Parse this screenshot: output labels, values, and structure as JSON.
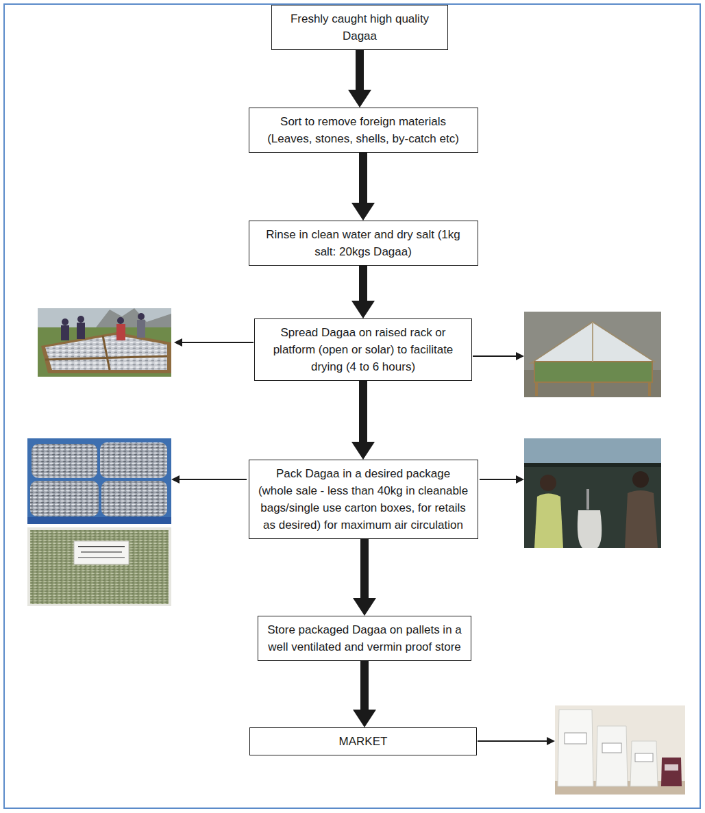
{
  "diagram": {
    "nodes": [
      {
        "text": [
          "Freshly caught high quality Dagaa"
        ]
      },
      {
        "text": [
          "Sort to remove foreign materials (Leaves, stones, shells, by-catch etc)"
        ]
      },
      {
        "text": [
          "Rinse in clean water and dry salt (1kg salt: 20kgs Dagaa)"
        ]
      },
      {
        "text": [
          "Spread Dagaa on raised rack or platform (open or solar) to facilitate drying (4 to 6 hours)"
        ]
      },
      {
        "text": [
          "Pack Dagaa in a desired package (whole sale - less than 40kg in cleanable bags/single use carton boxes, for retails as desired) for maximum air circulation"
        ]
      },
      {
        "text": [
          "Store packaged Dagaa on pallets in a well ventilated and vermin proof store"
        ]
      },
      {
        "text": [
          "MARKET"
        ]
      }
    ],
    "edges": [
      {
        "from": 0,
        "to": 1,
        "arrow": "to"
      },
      {
        "from": 1,
        "to": 2,
        "arrow": "to"
      },
      {
        "from": 2,
        "to": 3,
        "arrow": "to"
      },
      {
        "from": 3,
        "to": 4,
        "arrow": "to"
      },
      {
        "from": 4,
        "to": 5,
        "arrow": "to"
      },
      {
        "from": 5,
        "to": 6,
        "arrow": "to"
      }
    ]
  }
}
